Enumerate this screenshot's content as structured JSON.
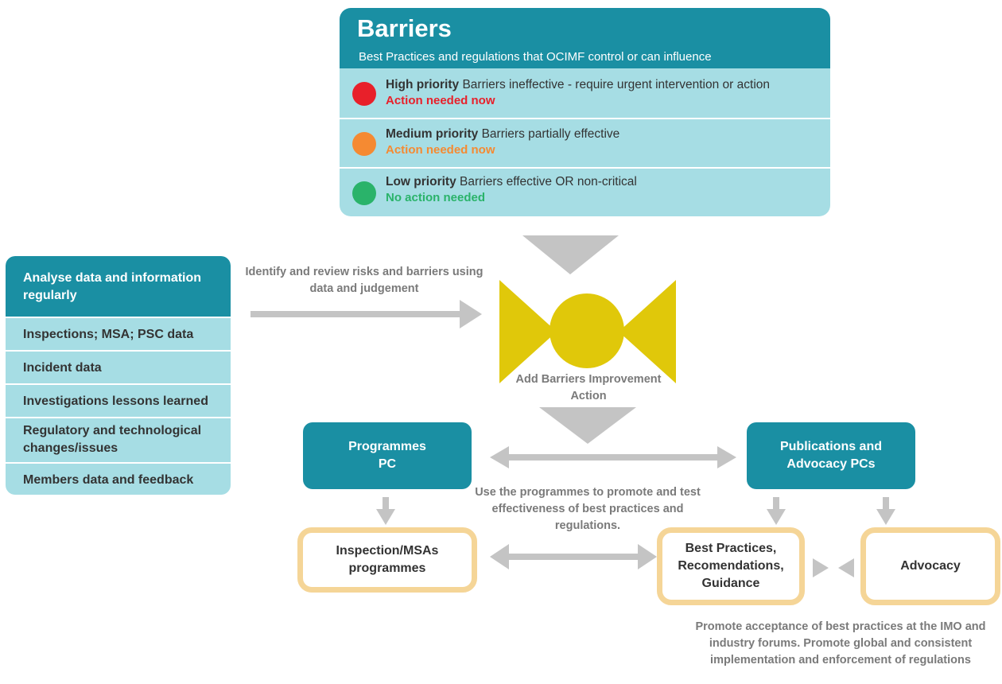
{
  "barriers": {
    "title": "Barriers",
    "subtitle": "Best Practices and regulations that OCIMF control or can influence",
    "priorities": [
      {
        "label": "High priority",
        "description": "Barriers ineffective - require urgent intervention or action",
        "action": "Action needed now",
        "color": "#e8202a"
      },
      {
        "label": "Medium priority",
        "description": "Barriers partially effective",
        "action": "Action needed now",
        "color": "#f58a32"
      },
      {
        "label": "Low priority",
        "description": "Barriers effective OR non-critical",
        "action": "No action needed",
        "color": "#2ab36a"
      }
    ]
  },
  "analyse": {
    "title": "Analyse data and information regularly",
    "items": [
      "Inspections; MSA; PSC data",
      "Incident data",
      "Investigations lessons learned",
      "Regulatory and technological changes/issues",
      "Members data and feedback"
    ]
  },
  "labels": {
    "identify": "Identify and review risks and barriers using data and judgement",
    "add_barriers": "Add Barriers Improvement Action",
    "use_programmes": "Use the programmes to promote and test effectiveness of best practices and regulations.",
    "promote": "Promote acceptance of best practices at the IMO and industry forums. Promote global and consistent implementation and enforcement of regulations"
  },
  "boxes": {
    "programmes_pc": "Programmes PC",
    "publications_pcs": "Publications and Advocacy PCs",
    "inspection_msas": "Inspection/MSAs programmes",
    "best_practices": "Best Practices, Recomendations, Guidance",
    "advocacy": "Advocacy"
  },
  "colors": {
    "teal_dark": "#1a8fa3",
    "teal_light": "#a6dde4",
    "bowtie": "#e0c80a",
    "arrow_gray": "#c4c4c4",
    "outline": "#f5d597"
  }
}
